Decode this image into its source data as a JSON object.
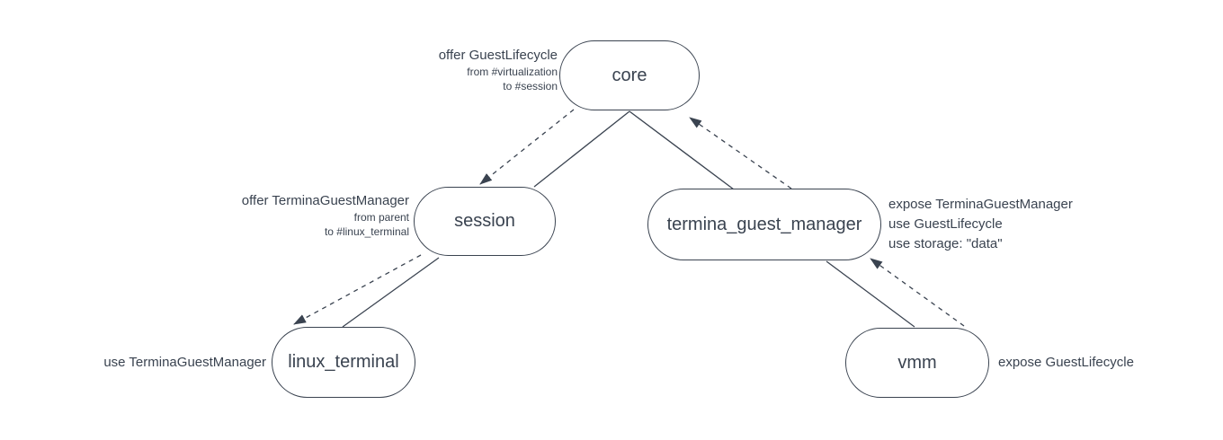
{
  "nodes": {
    "core": "core",
    "session": "session",
    "termina_guest_manager": "termina_guest_manager",
    "linux_terminal": "linux_terminal",
    "vmm": "vmm"
  },
  "annotations": {
    "core_offer": {
      "title": "offer GuestLifecycle",
      "from": "from #virtualization",
      "to": "to #session"
    },
    "session_offer": {
      "title": "offer TerminaGuestManager",
      "from": "from parent",
      "to": "to #linux_terminal"
    },
    "termina_guest_manager_caps": {
      "line1": "expose TerminaGuestManager",
      "line2": "use GuestLifecycle",
      "line3": "use storage: \"data\""
    },
    "linux_terminal_caps": {
      "line1": "use TerminaGuestManager"
    },
    "vmm_caps": {
      "line1": "expose GuestLifecycle"
    }
  },
  "colors": {
    "stroke": "#3a4350",
    "text": "#3a4350",
    "background": "#ffffff"
  }
}
